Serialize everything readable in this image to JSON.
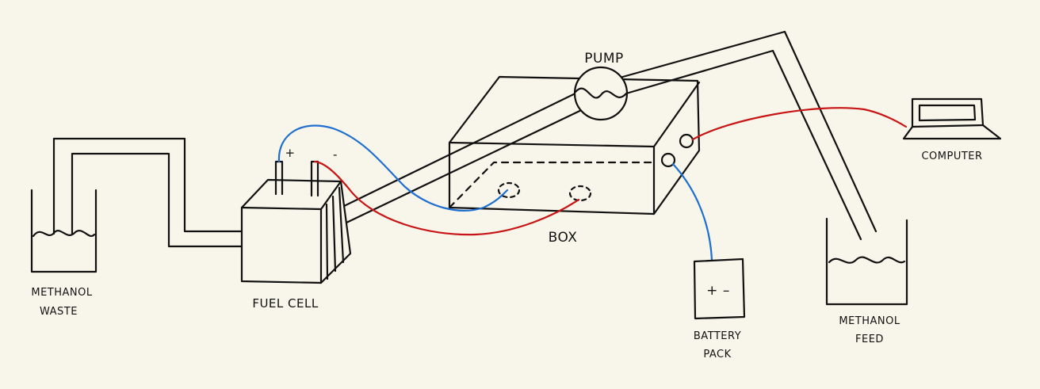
{
  "labels": {
    "pump": "PUMP",
    "box": "BOX",
    "fuel_cell": "FUEL CELL",
    "methanol_waste_line1": "METHANOL",
    "methanol_waste_line2": "WASTE",
    "methanol_feed_line1": "METHANOL",
    "methanol_feed_line2": "FEED",
    "battery_pack_line1": "BATTERY",
    "battery_pack_line2": "PACK",
    "computer": "COMPUTER",
    "plus": "+",
    "minus": "-",
    "battery_symbol": "+ –"
  },
  "colors": {
    "background": "#f8f6ea",
    "line": "#111111",
    "red_wire": "#c81414",
    "blue_wire": "#1f6fd0"
  }
}
